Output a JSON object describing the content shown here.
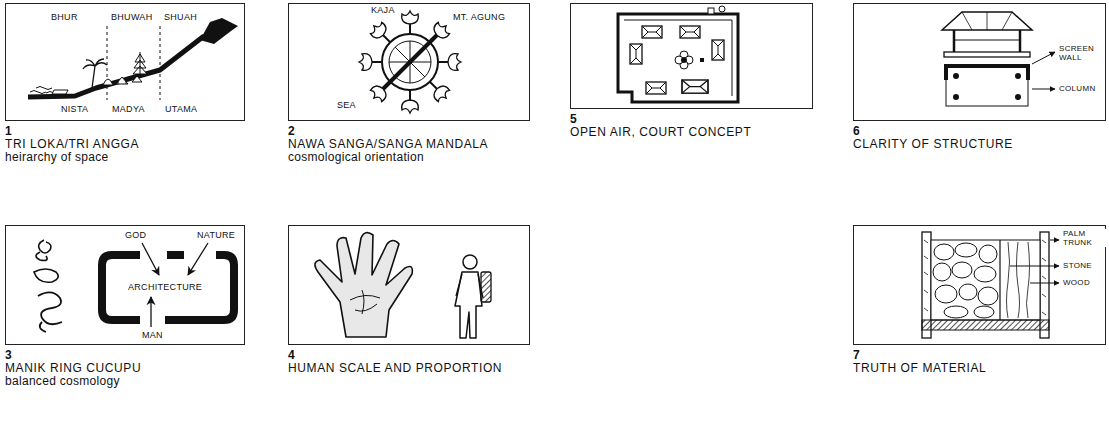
{
  "diagram": {
    "nodes": [
      {
        "text": [
          "1",
          "TRI LOKA/TRI ANGGA",
          "heirarchy of space"
        ]
      },
      {
        "text": [
          "2",
          "NAWA SANGA/SANGA MANDALA",
          "cosmological orientation"
        ]
      },
      {
        "text": [
          "5",
          "OPEN AIR, COURT CONCEPT"
        ]
      },
      {
        "text": [
          "6",
          "CLARITY OF STRUCTURE"
        ]
      },
      {
        "text": [
          "3",
          "MANIK RING CUCUPU",
          "balanced cosmology"
        ]
      },
      {
        "text": [
          "4",
          "HUMAN SCALE AND PROPORTION"
        ]
      },
      {
        "text": [
          "7",
          "TRUTH OF MATERIAL"
        ]
      }
    ],
    "labels": [
      "BHUR",
      "BHUWAH",
      "SHUAH",
      "NISTA",
      "MADYA",
      "UTAMA",
      "KAJA",
      "MT. AGUNG",
      "SEA",
      "SCREEN WALL",
      "COLUMN",
      "GOD",
      "NATURE",
      "ARCHITECTURE",
      "MAN",
      "PALM TRUNK",
      "STONE",
      "WOOD"
    ]
  }
}
